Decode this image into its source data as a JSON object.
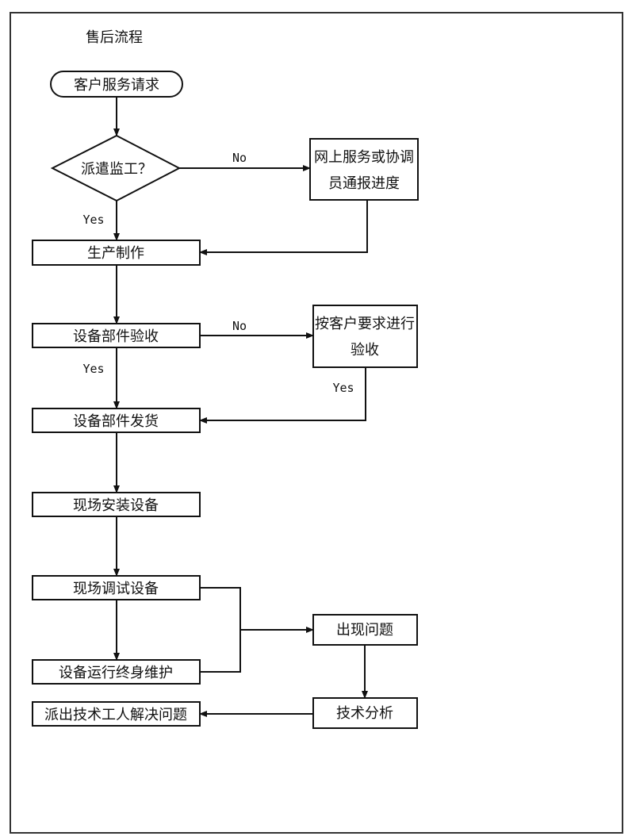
{
  "title": "售后流程",
  "nodes": {
    "request": "客户服务请求",
    "dispatch": "派遣监工？",
    "online_1": "网上服务或协调",
    "online_2": "员通报进度",
    "production": "生产制作",
    "acceptance": "设备部件验收",
    "custom_accept_1": "按客户要求进行",
    "custom_accept_2": "验收",
    "shipping": "设备部件发货",
    "install": "现场安装设备",
    "debug": "现场调试设备",
    "problem": "出现问题",
    "maintenance": "设备运行终身维护",
    "analysis": "技术分析",
    "send_worker": "派出技术工人解决问题"
  },
  "edges": {
    "dispatch_no": "No",
    "dispatch_yes": "Yes",
    "acceptance_no": "No",
    "acceptance_yes": "Yes",
    "custom_yes": "Yes"
  }
}
